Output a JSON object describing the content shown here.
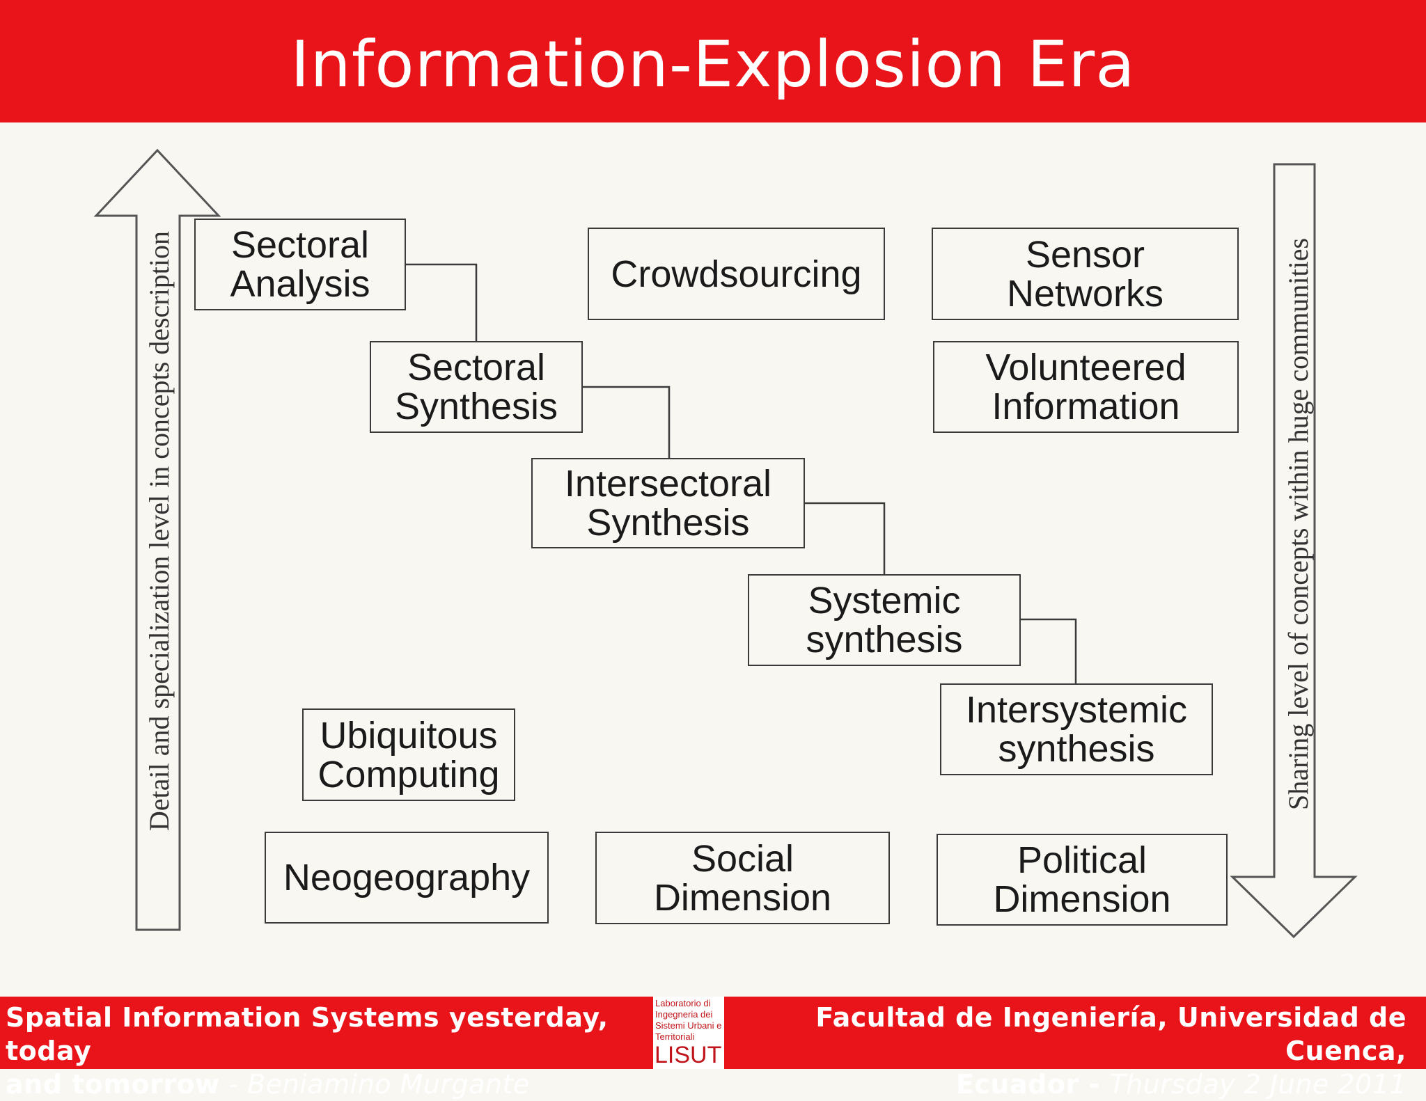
{
  "title": "Information-Explosion Era",
  "left_axis_label": "Detail and specialization level in concepts description",
  "right_axis_label": "Sharing level of concepts within huge communities",
  "boxes": {
    "sectoral_analysis": "Sectoral\nAnalysis",
    "sectoral_synthesis": "Sectoral\nSynthesis",
    "intersectoral_synthesis": "Intersectoral\nSynthesis",
    "systemic_synthesis": "Systemic\nsynthesis",
    "intersystemic_synthesis": "Intersystemic\nsynthesis",
    "crowdsourcing": "Crowdsourcing",
    "sensor_networks": "Sensor\nNetworks",
    "volunteered_information": "Volunteered\nInformation",
    "ubiquitous_computing": "Ubiquitous\nComputing",
    "neogeography": "Neogeography",
    "social_dimension": "Social\nDimension",
    "political_dimension": "Political\nDimension"
  },
  "footer": {
    "left_line1": "Spatial Information Systems yesterday, today",
    "left_line2": "and tomorrow",
    "left_separator": " - ",
    "left_author": "Beniamino Murgante",
    "right_line1": "Facultad de Ingeniería, Universidad de Cuenca,",
    "right_line2": "Ecuador",
    "right_separator": " - ",
    "right_date": "Thursday 2 June 2011"
  },
  "logo": {
    "text": "Laboratorio di Ingegneria dei Sistemi Urbani e Territoriali",
    "mark": "LISUT"
  },
  "colors": {
    "header_red": "#e8141a",
    "background": "#f8f7f1",
    "box_border": "#3a3a3a"
  }
}
